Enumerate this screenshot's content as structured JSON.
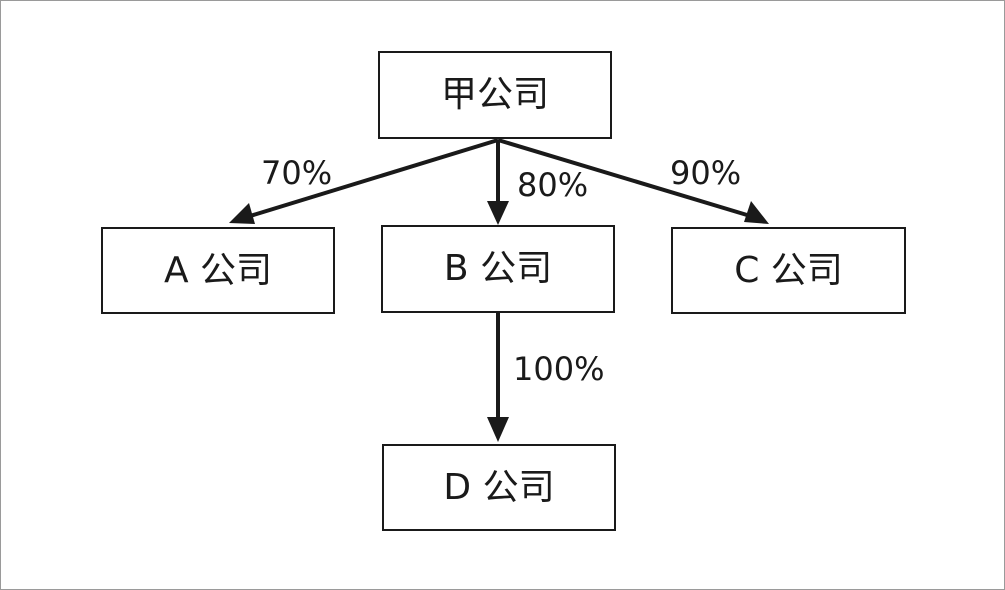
{
  "nodes": {
    "parent": "甲公司",
    "a": "A 公司",
    "b": "B 公司",
    "c": "C 公司",
    "d": "D 公司"
  },
  "edges": [
    {
      "from": "甲公司",
      "to": "A 公司",
      "label": "70%"
    },
    {
      "from": "甲公司",
      "to": "B 公司",
      "label": "80%"
    },
    {
      "from": "甲公司",
      "to": "C 公司",
      "label": "90%"
    },
    {
      "from": "B 公司",
      "to": "D 公司",
      "label": "100%"
    }
  ]
}
